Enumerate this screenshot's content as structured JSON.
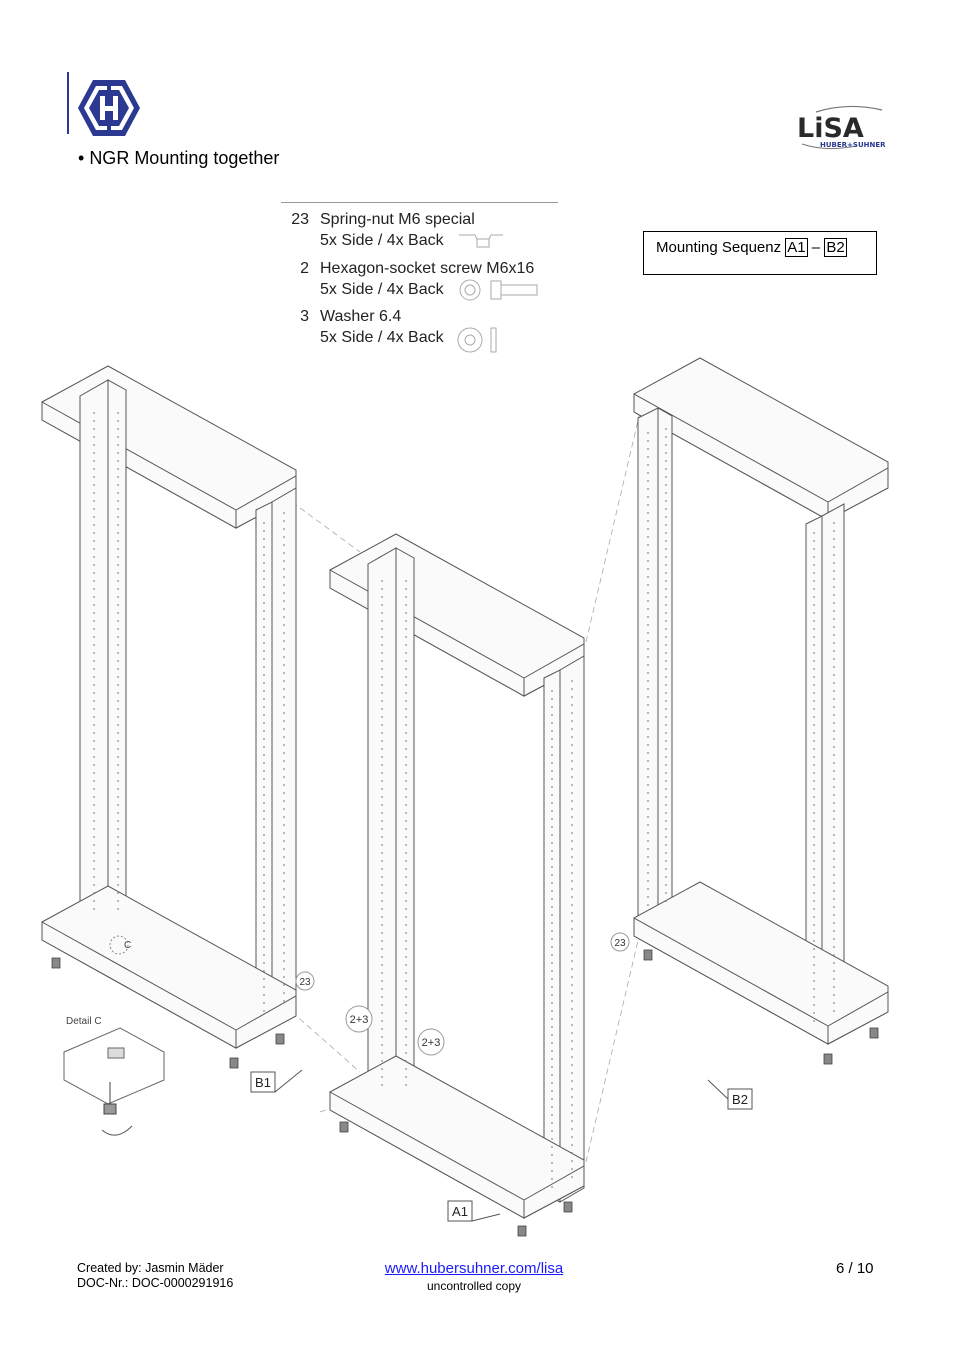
{
  "header": {
    "bullet": "•",
    "heading": "NGR Mounting together",
    "brand_logo_text": "LiSA",
    "brand_logo_subtext": "HUBER+SUHNER"
  },
  "parts": [
    {
      "number": "23",
      "name": "Spring-nut M6 special",
      "qty": "5x Side / 4x Back",
      "icon": "spring-nut-icon"
    },
    {
      "number": "2",
      "name": "Hexagon-socket screw M6x16",
      "qty": "5x Side / 4x Back",
      "icon": "screw-icon"
    },
    {
      "number": "3",
      "name": "Washer 6.4",
      "qty": "5x Side / 4x Back",
      "icon": "washer-icon"
    }
  ],
  "sequence": {
    "label": "Mounting Sequenz",
    "start": "A1",
    "dash": "–",
    "end": "B2"
  },
  "drawing": {
    "detail_label": "Detail C",
    "detail_marker": "C",
    "callouts": [
      "23",
      "2+3",
      "2+3",
      "23"
    ],
    "frame_labels": [
      "B1",
      "A1",
      "B2"
    ]
  },
  "footer": {
    "created_by": "Created by: Jasmin Mäder",
    "doc_nr": "DOC-Nr.: DOC-0000291916",
    "link": "www.hubersuhner.com/lisa",
    "note": "uncontrolled copy",
    "page": "6 / 10"
  },
  "colors": {
    "brand_blue": "#2b3990",
    "link_blue": "#1a1aff",
    "drawing_line": "#555555"
  }
}
